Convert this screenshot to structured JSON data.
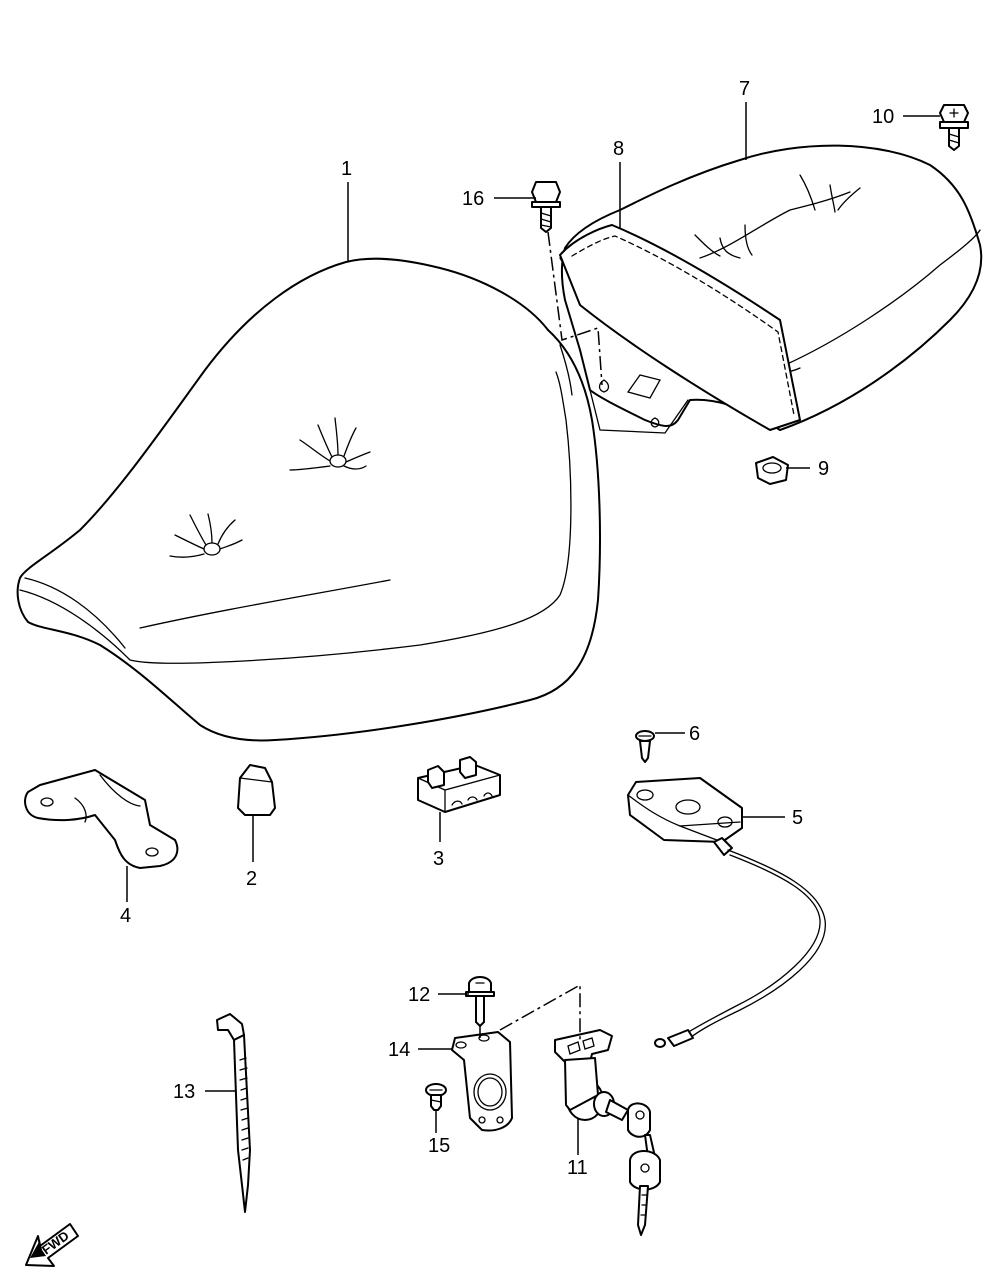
{
  "callouts": {
    "p1": "1",
    "p2": "2",
    "p3": "3",
    "p4": "4",
    "p5": "5",
    "p6": "6",
    "p7": "7",
    "p8": "8",
    "p9": "9",
    "p10": "10",
    "p11": "11",
    "p12": "12",
    "p13": "13",
    "p14": "14",
    "p15": "15",
    "p16": "16"
  },
  "fwd_label": "FWD"
}
